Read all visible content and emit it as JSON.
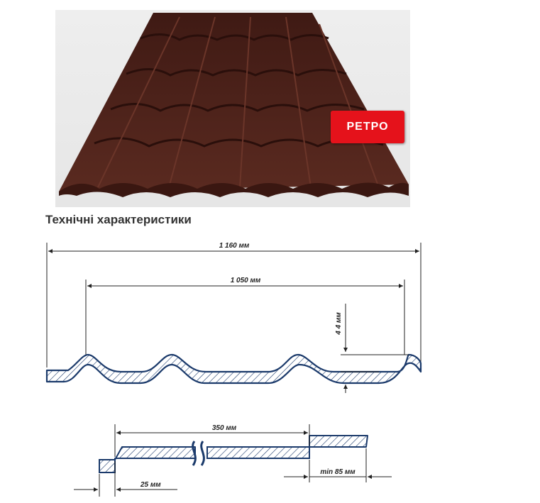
{
  "product": {
    "badge_label": "РЕТРО",
    "sheet_color": "#4a2019"
  },
  "specs": {
    "heading": "Технічні характеристики",
    "overall_width": "1 160 мм",
    "effective_width": "1 050 мм",
    "wave_height": "4 4 мм",
    "step_length": "350 мм",
    "step_offset": "25 мм",
    "min_overlap": "min 85 мм"
  },
  "colors": {
    "outline": "#1b3a6b",
    "badge": "#e5121b"
  }
}
